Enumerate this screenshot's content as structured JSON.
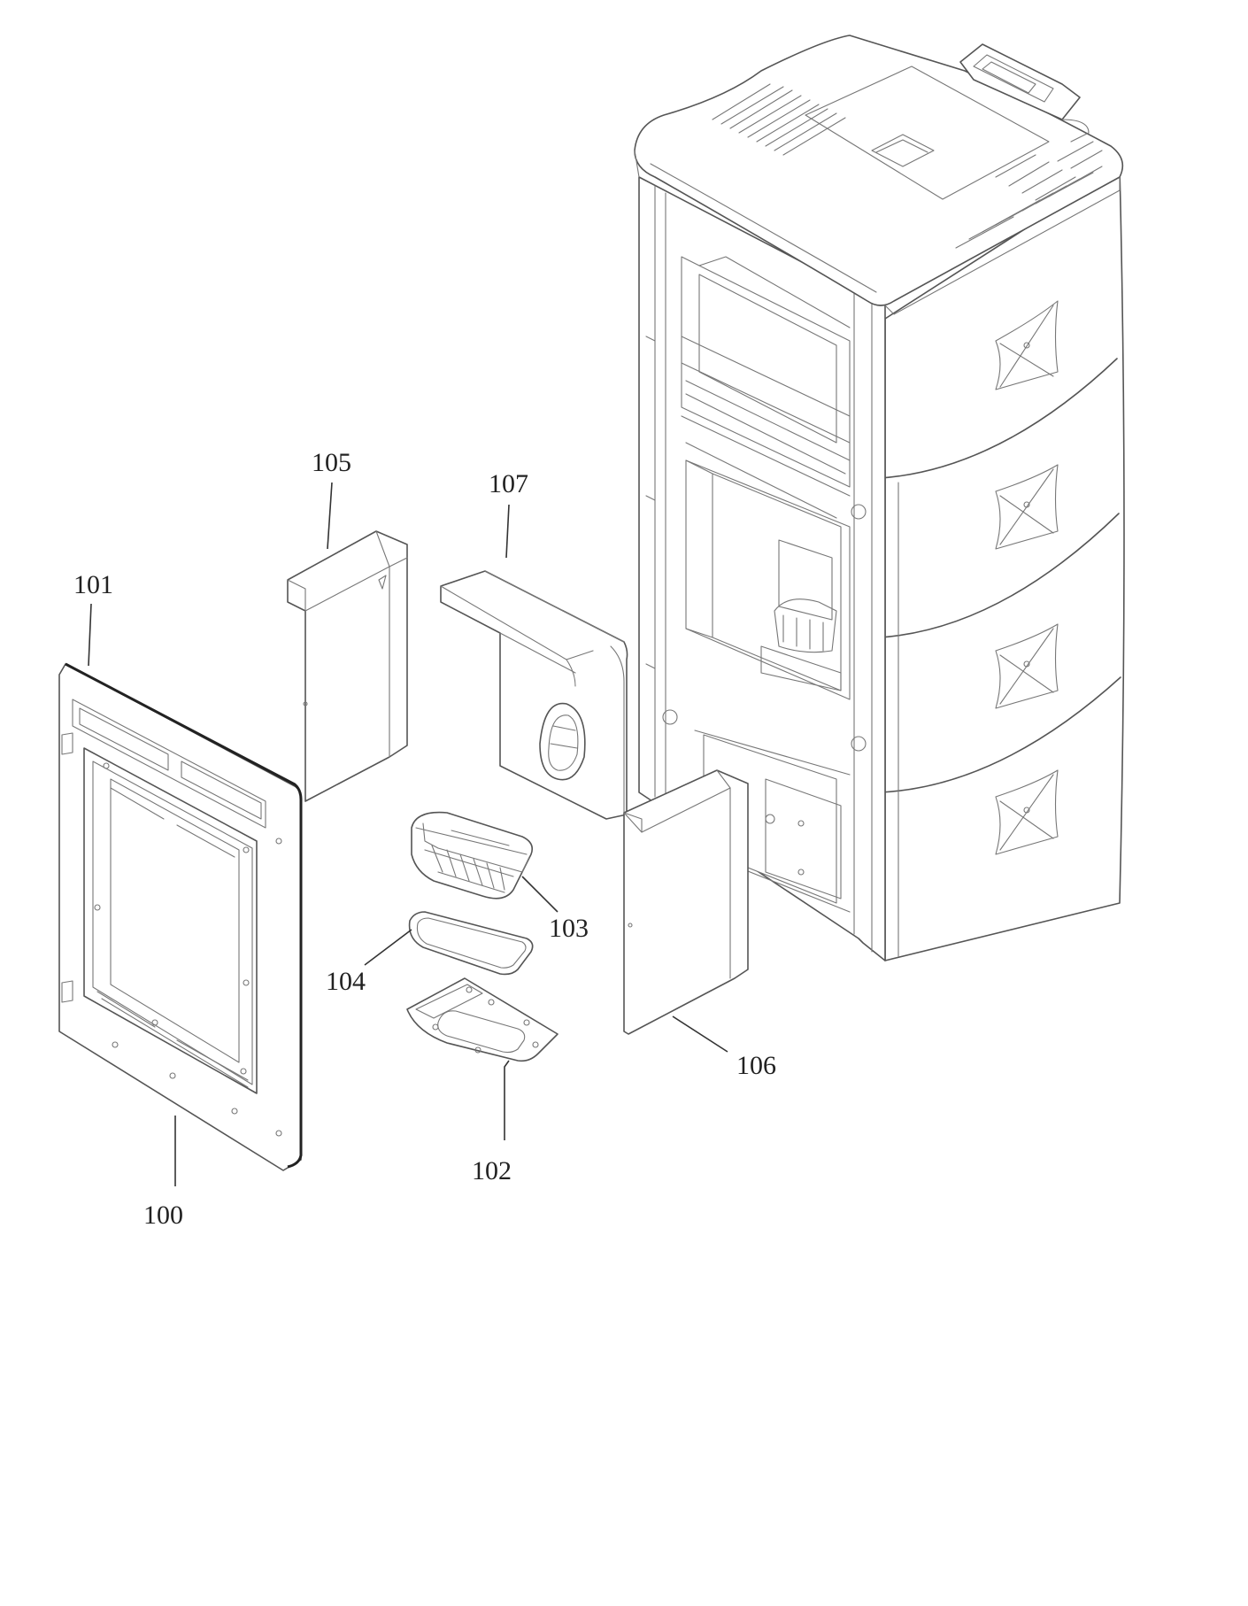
{
  "diagram": {
    "callouts": {
      "p100": "100",
      "p101": "101",
      "p102": "102",
      "p103": "103",
      "p104": "104",
      "p105": "105",
      "p106": "106",
      "p107": "107"
    },
    "display_placeholder": ""
  },
  "colors": {
    "line": "#555555",
    "gasket": "#222222",
    "background": "#ffffff"
  }
}
